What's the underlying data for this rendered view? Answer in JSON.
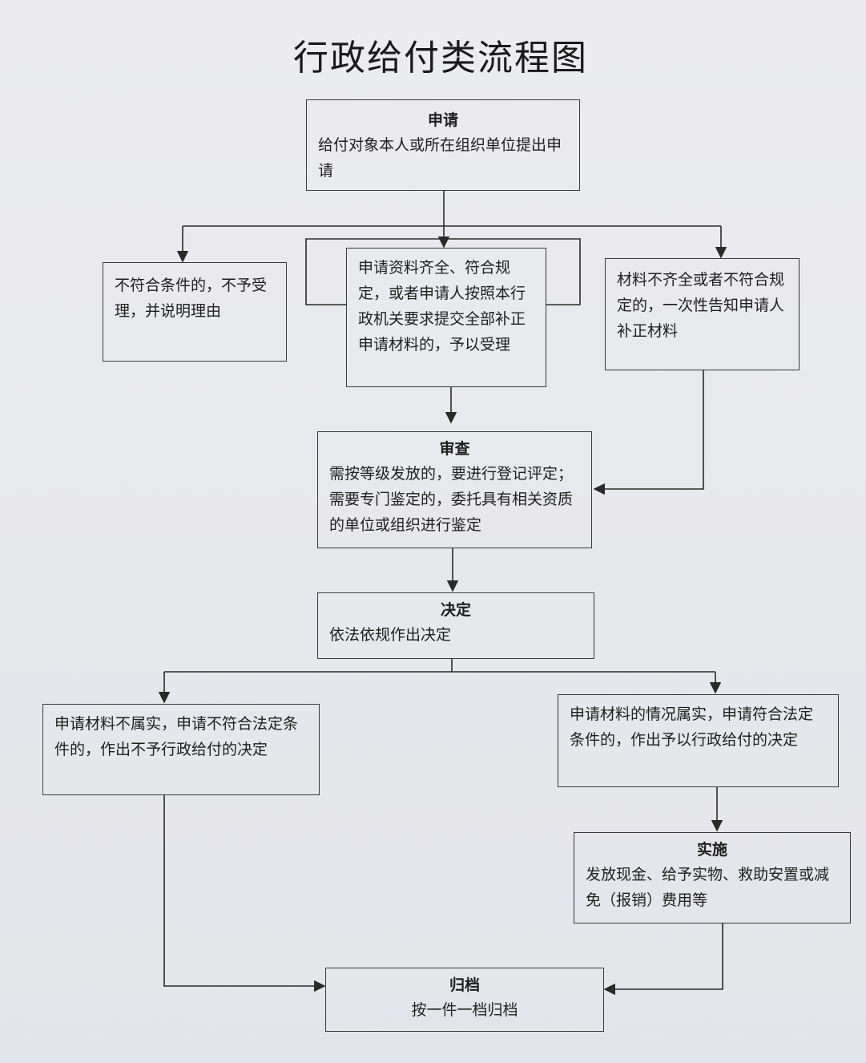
{
  "title": "行政给付类流程图",
  "nodes": {
    "apply": {
      "heading": "申请",
      "text": "给付对象本人或所在组织单位提出申请"
    },
    "reject": {
      "heading": "",
      "text": "不符合条件的，不予受理，并说明理由"
    },
    "accept": {
      "heading": "",
      "text": "申请资料齐全、符合规定，或者申请人按照本行政机关要求提交全部补正申请材料的，予以受理"
    },
    "supplement": {
      "heading": "",
      "text": "材料不齐全或者不符合规定的，一次性告知申请人补正材料"
    },
    "review": {
      "heading": "审查",
      "text": "需按等级发放的，要进行登记评定；需要专门鉴定的，委托具有相关资质的单位或组织进行鉴定"
    },
    "decision": {
      "heading": "决定",
      "text": "依法依规作出决定"
    },
    "deny": {
      "heading": "",
      "text": "申请材料不属实，申请不符合法定条件的，作出不予行政给付的决定"
    },
    "grant": {
      "heading": "",
      "text": "申请材料的情况属实，申请符合法定条件的，作出予以行政给付的决定"
    },
    "implement": {
      "heading": "实施",
      "text": "发放现金、给予实物、救助安置或减免（报销）费用等"
    },
    "archive": {
      "heading": "归档",
      "text": "按一件一档归档"
    }
  }
}
